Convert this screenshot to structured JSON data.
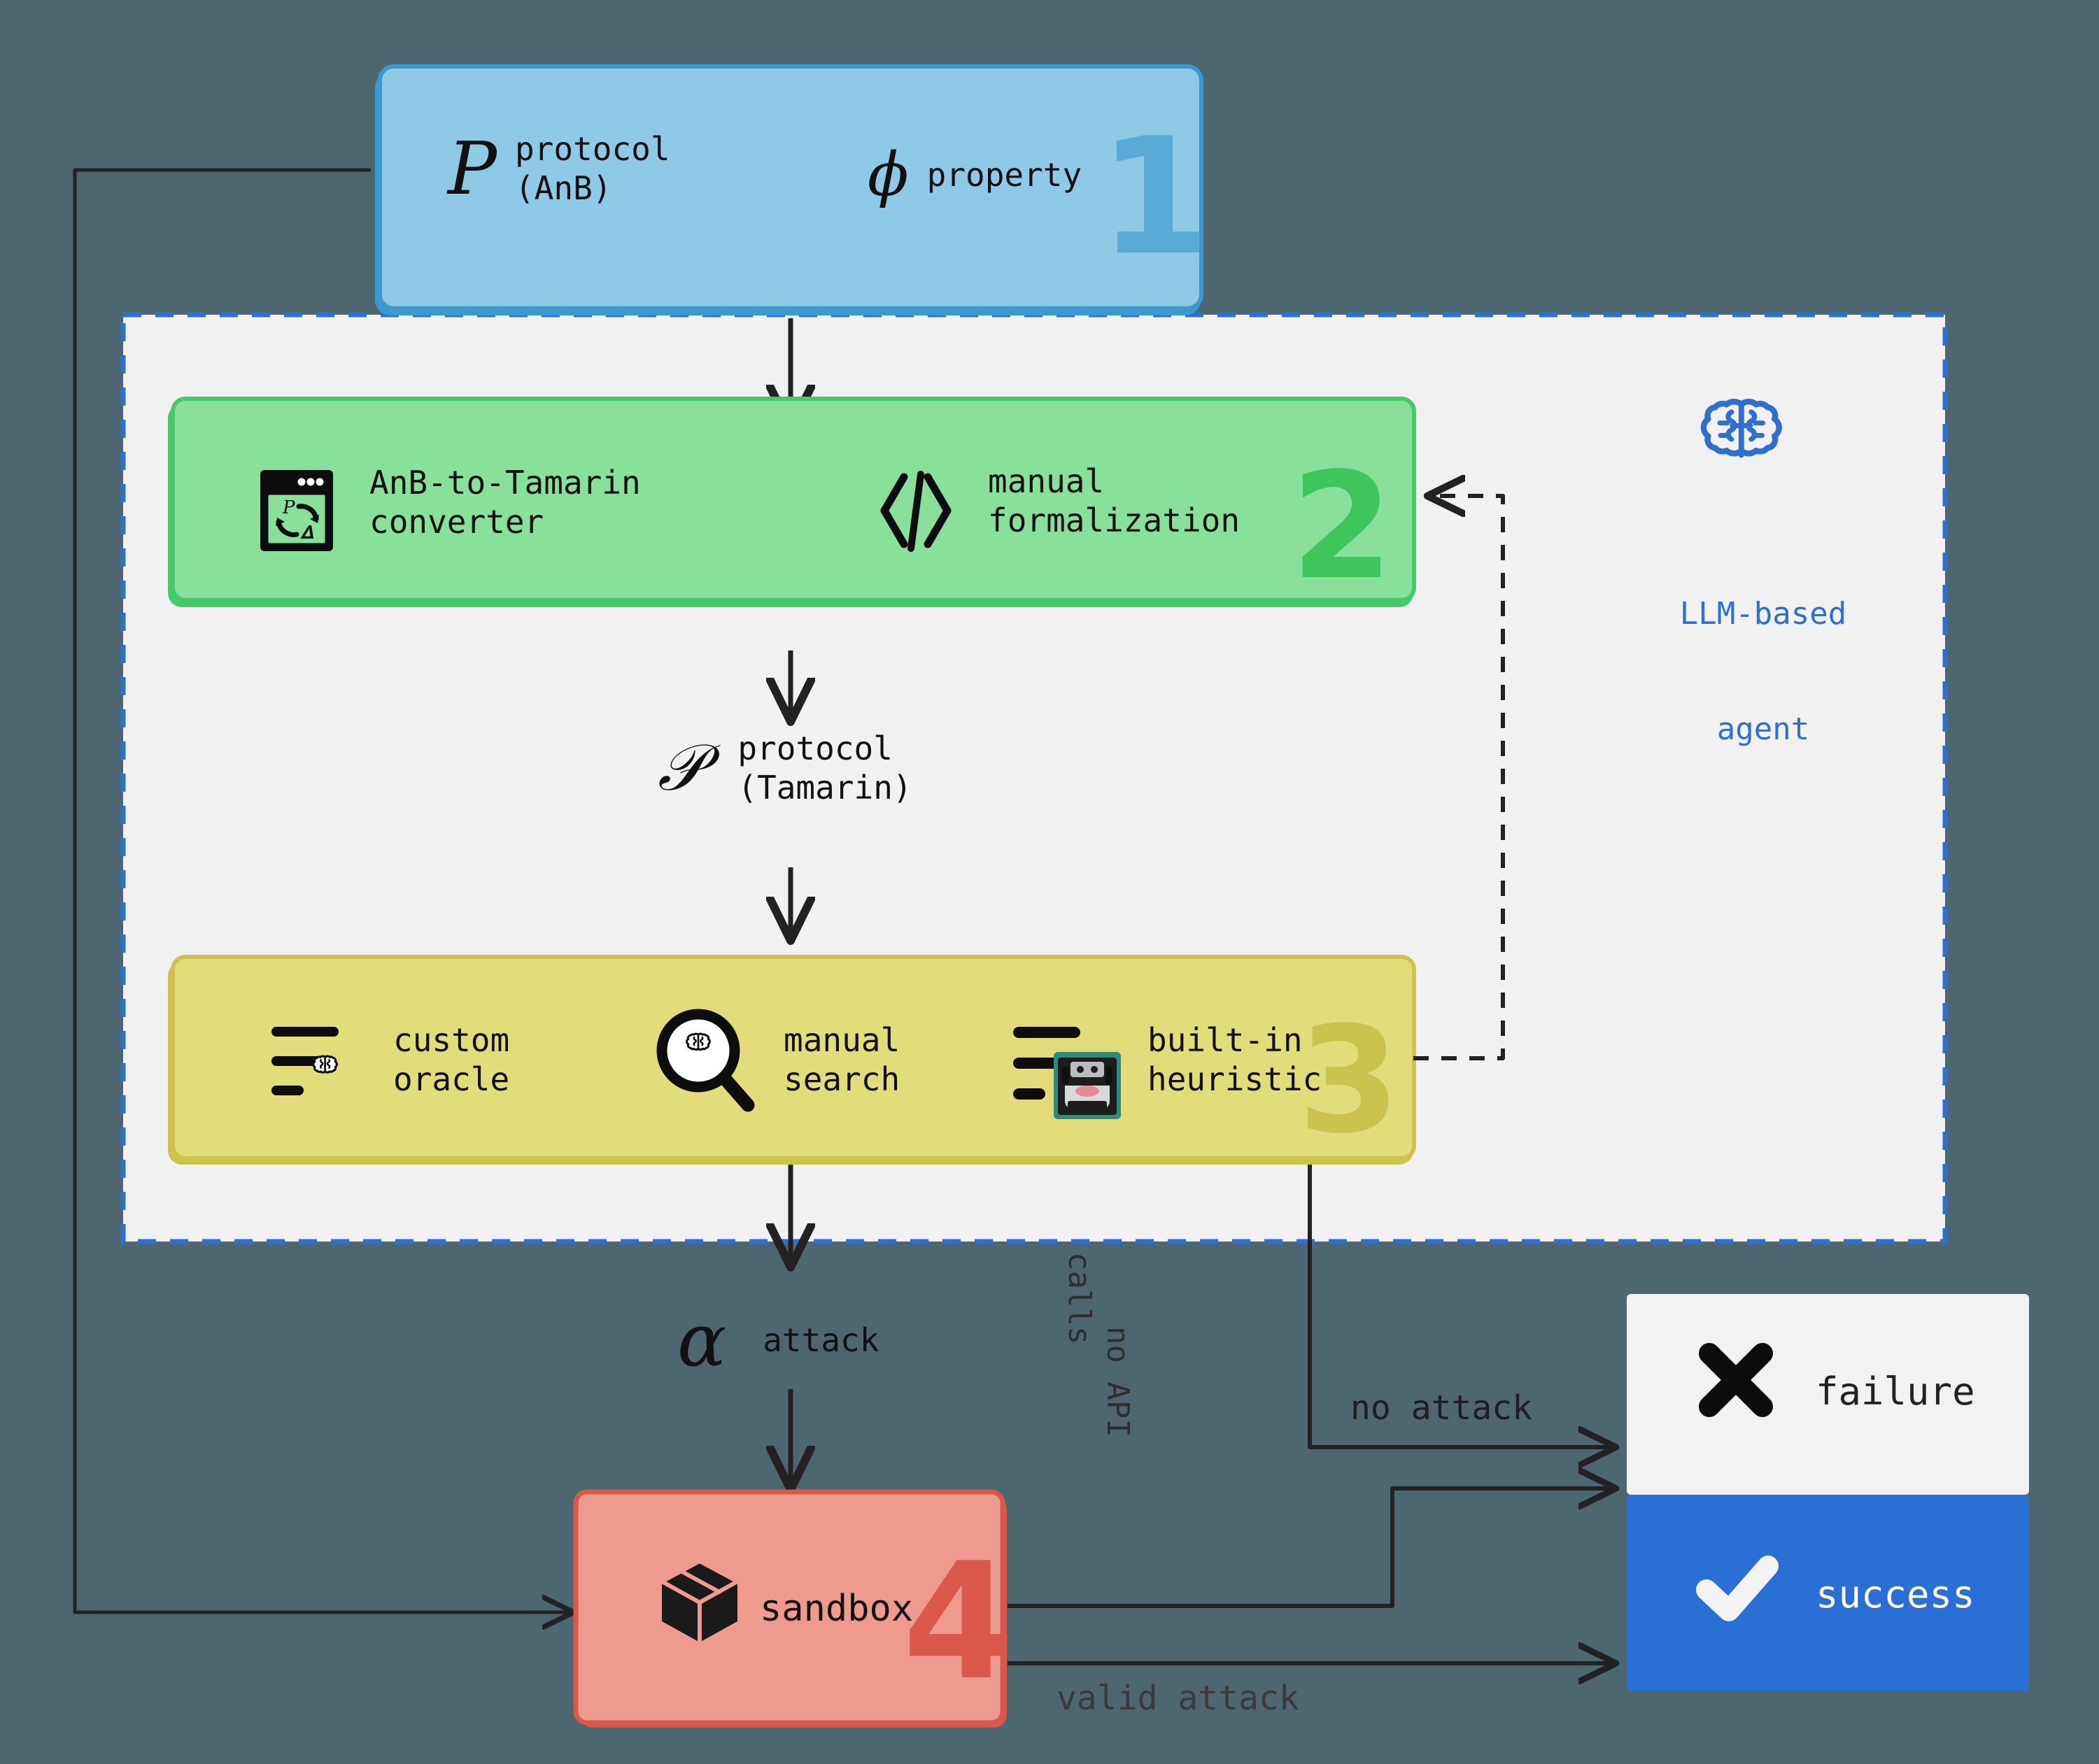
{
  "figure": {
    "background_color": "#4d6771",
    "agent_region_color": "#f1f1f1",
    "agent_region_border_color": "#2f6fd0"
  },
  "agent": {
    "icon": "brain-icon",
    "label_line1": "LLM-based",
    "label_line2": "agent",
    "color": "#2f6fd0"
  },
  "step1": {
    "number": "1",
    "fill": "#8ecae6",
    "border": "#3a9ad0",
    "items": [
      {
        "symbol": "P",
        "symbol_style": "serif-italic",
        "label_line1": "protocol",
        "label_line2": "(AnB)",
        "icon": "protocol-symbol"
      },
      {
        "symbol": "ϕ",
        "symbol_style": "serif-italic",
        "label_line1": "property",
        "label_line2": "",
        "icon": "property-symbol"
      }
    ]
  },
  "step2": {
    "number": "2",
    "fill": "#88e09a",
    "border": "#3ec65c",
    "items": [
      {
        "icon": "converter-window-icon",
        "label_line1": "AnB-to-Tamarin",
        "label_line2": "converter"
      },
      {
        "icon": "code-brackets-icon",
        "label_line1": "manual",
        "label_line2": "formalization"
      }
    ]
  },
  "middle_artifact": {
    "symbol": "𝒫",
    "label_line1": "protocol",
    "label_line2": "(Tamarin)"
  },
  "step3": {
    "number": "3",
    "fill": "#e3dc7b",
    "border": "#ccc34f",
    "items": [
      {
        "icon": "list-brain-icon",
        "label_line1": "custom",
        "label_line2": "oracle"
      },
      {
        "icon": "magnifier-brain-icon",
        "label_line1": "manual",
        "label_line2": "search"
      },
      {
        "icon": "list-robot-icon",
        "label_line1": "built-in",
        "label_line2": "heuristic"
      }
    ]
  },
  "attack_artifact": {
    "symbol": "α",
    "label": "attack"
  },
  "step4": {
    "number": "4",
    "fill": "#ef9a8e",
    "border": "#d9584a",
    "icon": "package-icon",
    "label": "sandbox"
  },
  "results": {
    "failure": {
      "icon": "cross-icon",
      "label": "failure",
      "fill": "#f2f2f2",
      "text_color": "#222222"
    },
    "success": {
      "icon": "check-icon",
      "label": "success",
      "fill": "#2a6fd6",
      "text_color": "#ffffff"
    }
  },
  "edges": {
    "no_api_calls": "no API\ncalls",
    "no_attack": "no attack",
    "valid_attack": "valid attack"
  }
}
